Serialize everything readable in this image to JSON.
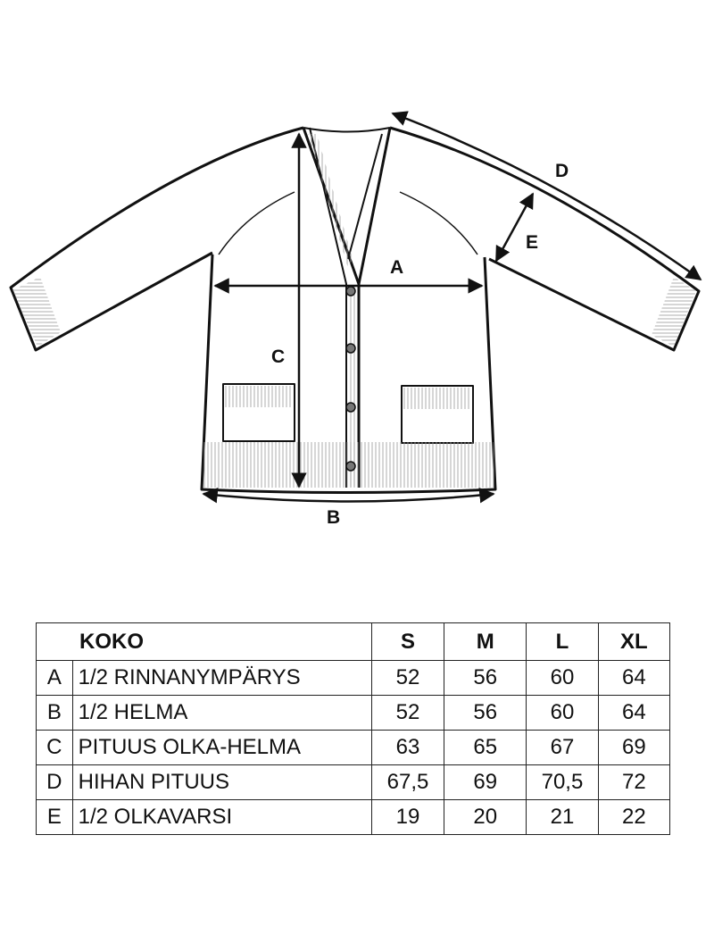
{
  "diagram": {
    "labels": {
      "A": "A",
      "B": "B",
      "C": "C",
      "D": "D",
      "E": "E"
    }
  },
  "table": {
    "header": {
      "label": "KOKO",
      "sizes": [
        "S",
        "M",
        "L",
        "XL"
      ]
    },
    "rows": [
      {
        "key": "A",
        "name": "1/2 RINNANYMPÄRYS",
        "values": [
          "52",
          "56",
          "60",
          "64"
        ]
      },
      {
        "key": "B",
        "name": "1/2 HELMA",
        "values": [
          "52",
          "56",
          "60",
          "64"
        ]
      },
      {
        "key": "C",
        "name": "PITUUS OLKA-HELMA",
        "values": [
          "63",
          "65",
          "67",
          "69"
        ]
      },
      {
        "key": "D",
        "name": "HIHAN PITUUS",
        "values": [
          "67,5",
          "69",
          "70,5",
          "72"
        ]
      },
      {
        "key": "E",
        "name": "1/2 OLKAVARSI",
        "values": [
          "19",
          "20",
          "21",
          "22"
        ]
      }
    ]
  }
}
